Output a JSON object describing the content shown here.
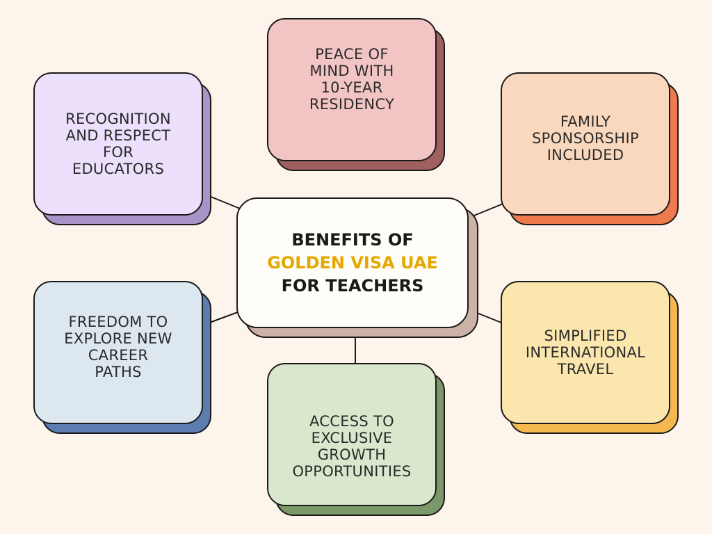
{
  "center": {
    "title_lines": [
      "BENEFITS OF",
      "GOLDEN VISA UAE",
      "FOR TEACHERS"
    ],
    "accent_color": "#e5a800"
  },
  "benefits": [
    {
      "id": "recognition",
      "lines": [
        "RECOGNITION",
        "AND RESPECT",
        "FOR",
        "EDUCATORS"
      ],
      "fill": "#ece0fc",
      "shadow": "#a994c8"
    },
    {
      "id": "peace-of-mind",
      "lines": [
        "PEACE OF",
        "MIND WITH",
        "10-YEAR",
        "RESIDENCY"
      ],
      "fill": "#f2c4c4",
      "shadow": "#a06060"
    },
    {
      "id": "family-sponsorship",
      "lines": [
        "FAMILY",
        "SPONSORSHIP",
        "INCLUDED"
      ],
      "fill": "#f9d8bd",
      "shadow": "#ef7a4e"
    },
    {
      "id": "career-paths",
      "lines": [
        "FREEDOM TO",
        "EXPLORE NEW",
        "CAREER",
        "PATHS"
      ],
      "fill": "#dde7f0",
      "shadow": "#5d7cb0"
    },
    {
      "id": "growth",
      "lines": [
        "ACCESS TO",
        "EXCLUSIVE",
        "GROWTH",
        "OPPORTUNITIES"
      ],
      "fill": "#d9e8cc",
      "shadow": "#7a9868"
    },
    {
      "id": "travel",
      "lines": [
        "SIMPLIFIED",
        "INTERNATIONAL",
        "TRAVEL"
      ],
      "fill": "#fbe6ae",
      "shadow": "#f5b850"
    }
  ]
}
